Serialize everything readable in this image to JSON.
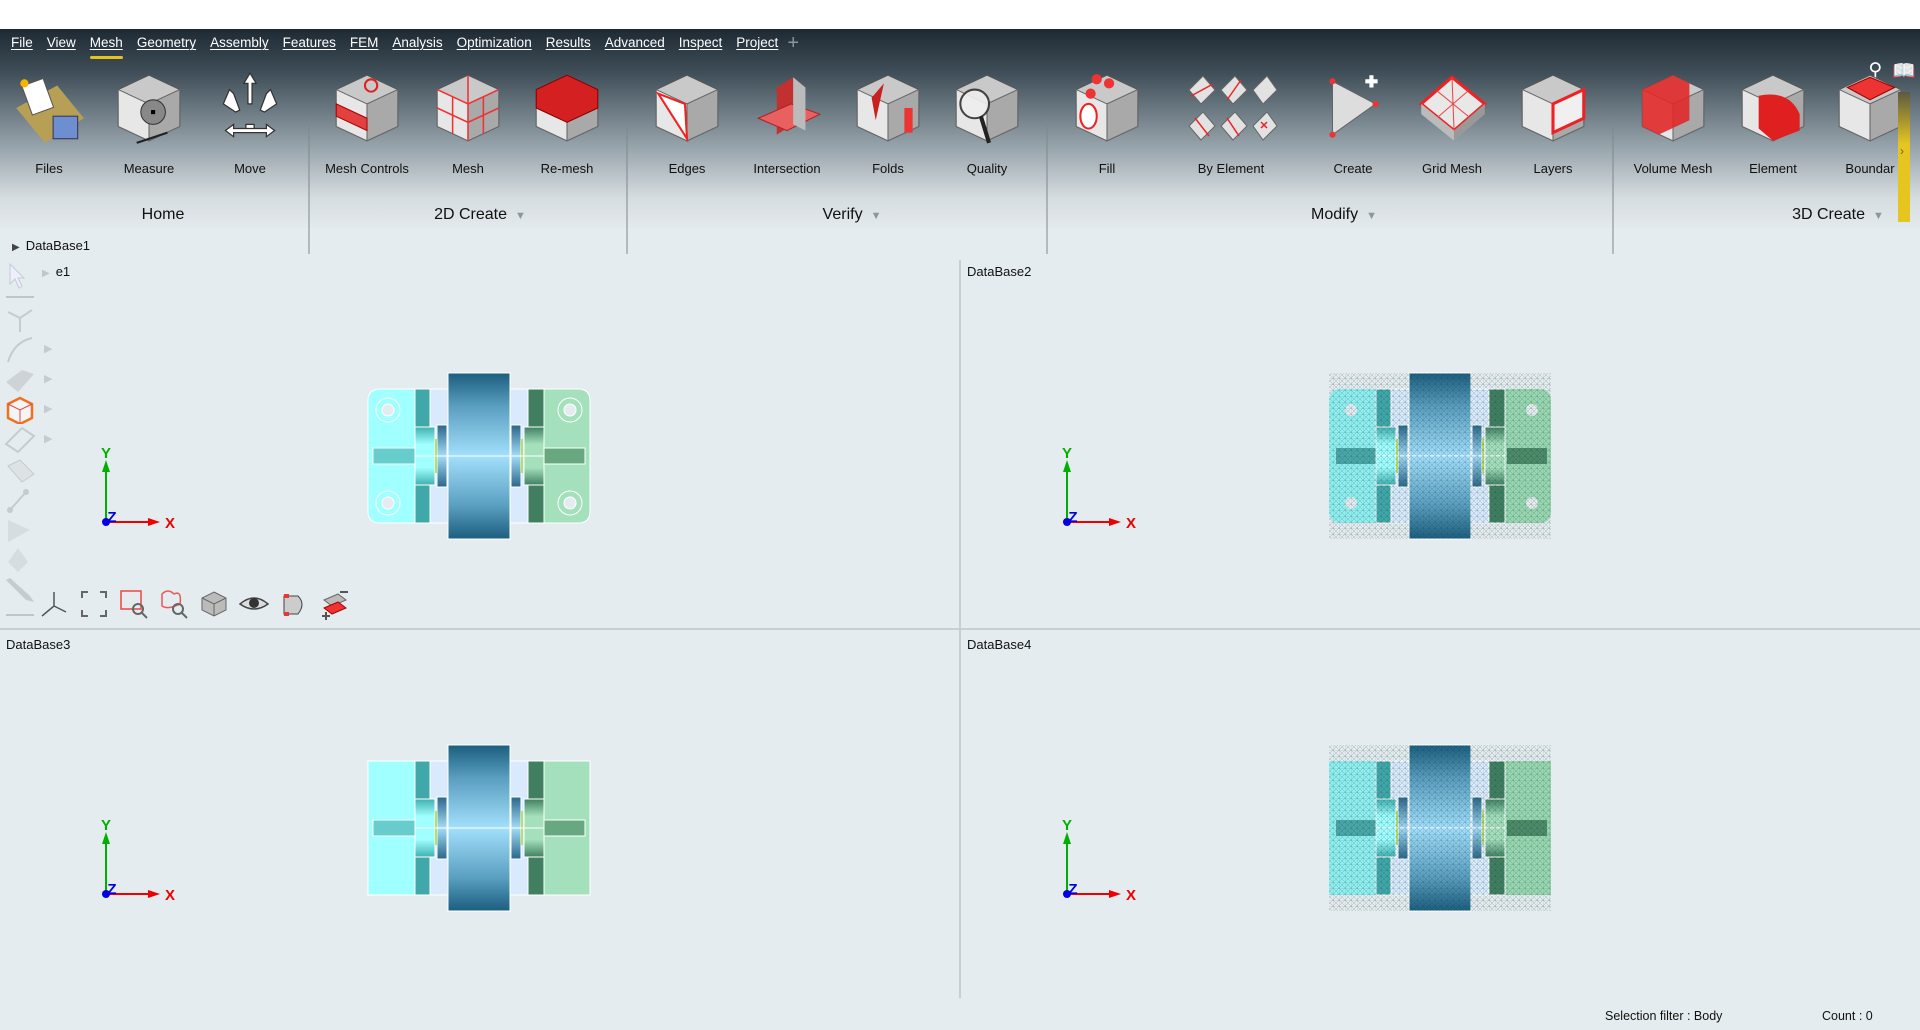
{
  "menu": [
    "File",
    "View",
    "Mesh",
    "Geometry",
    "Assembly",
    "Features",
    "FEM",
    "Analysis",
    "Optimization",
    "Results",
    "Advanced",
    "Inspect",
    "Project"
  ],
  "active_menu": "Mesh",
  "ribbon": {
    "groups": [
      {
        "label": "Home",
        "items": [
          "Files",
          "Measure",
          "Move"
        ]
      },
      {
        "label": "2D Create",
        "items": [
          "Mesh Controls",
          "Mesh",
          "Re-mesh"
        ]
      },
      {
        "label": "Verify",
        "items": [
          "Edges",
          "Intersection",
          "Folds",
          "Quality"
        ]
      },
      {
        "label": "Modify",
        "items": [
          "Fill",
          "By Element",
          "Create",
          "Grid Mesh",
          "Layers"
        ]
      },
      {
        "label": "3D Create",
        "items": [
          "Volume Mesh",
          "Element",
          "Boundar"
        ]
      }
    ]
  },
  "tree": {
    "root": "DataBase1",
    "child": "e1"
  },
  "viewports": [
    "DataBase1",
    "DataBase2",
    "DataBase3",
    "DataBase4"
  ],
  "axes": {
    "x": "X",
    "y": "Y",
    "z": "Z"
  },
  "status": {
    "selection_filter": "Selection filter : Body",
    "count": "Count : 0"
  },
  "colors": {
    "accent": "#e7c21a",
    "mesh_red": "#e03030",
    "plate_cyan": "#a0ffff",
    "plate_green": "#a4e0bc",
    "drum_dark": "#1b5e7e"
  }
}
